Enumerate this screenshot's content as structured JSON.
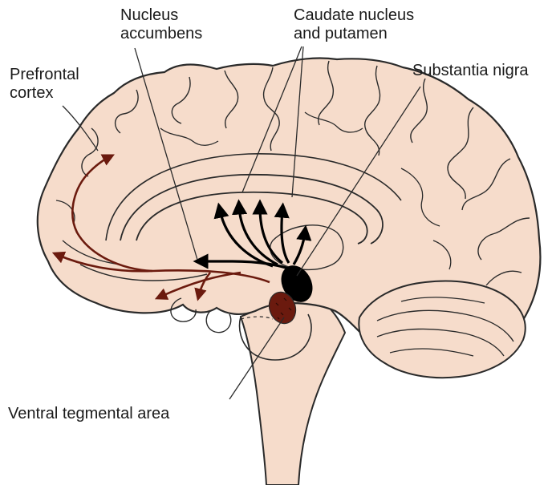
{
  "colors": {
    "brain_fill": "#f6dccb",
    "outline": "#2a2a2a",
    "mesolimbic_pathway": "#6b1a0e",
    "nigrostriatal_pathway": "#000000",
    "vta_fill": "#6b1a0e",
    "substantia_nigra_fill": "#000000"
  },
  "labels": {
    "nucleus_accumbens_1": "Nucleus",
    "nucleus_accumbens_2": "accumbens",
    "caudate_1": "Caudate nucleus",
    "caudate_2": "and putamen",
    "substantia_nigra": "Substantia nigra",
    "prefrontal_1": "Prefrontal",
    "prefrontal_2": "cortex",
    "vta": "Ventral tegmental area"
  }
}
